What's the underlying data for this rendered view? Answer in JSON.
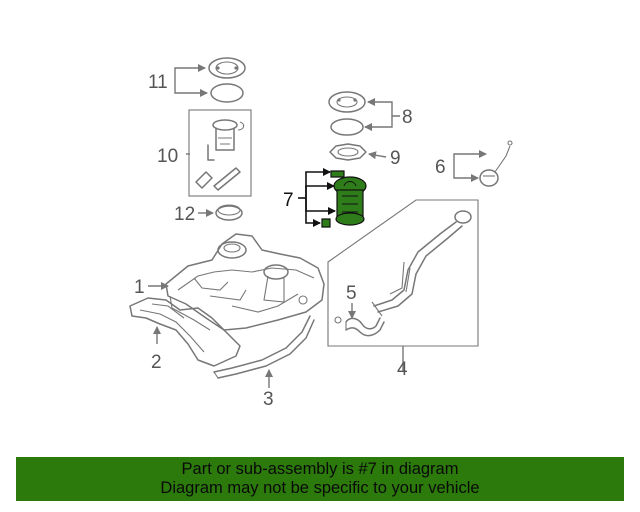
{
  "diagram": {
    "part_labels": [
      "11",
      "10",
      "12",
      "1",
      "2",
      "3",
      "8",
      "9",
      "7",
      "6",
      "5",
      "4"
    ],
    "highlight_part": "7",
    "highlight_color": "#2b7a0b",
    "line_color": "#777777"
  },
  "banner": {
    "line1": "Part or sub-assembly is #7 in diagram",
    "line2": "Diagram may not be specific to your vehicle"
  }
}
